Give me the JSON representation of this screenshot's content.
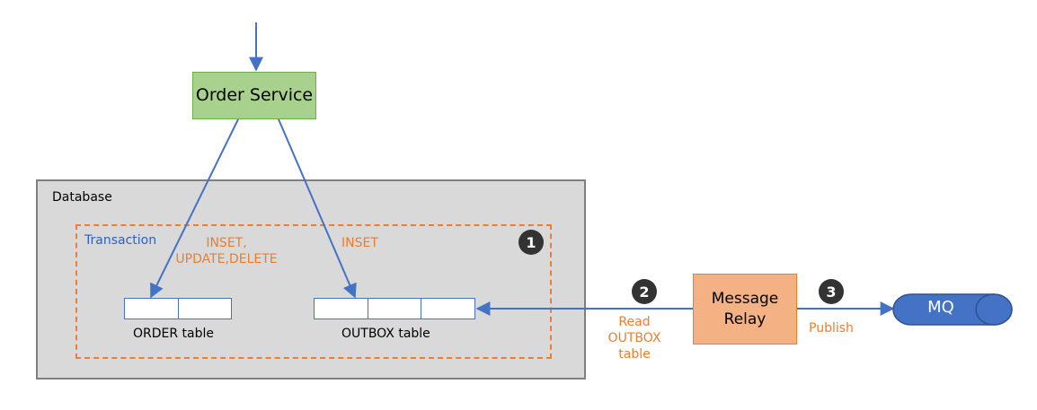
{
  "order_service": {
    "label": "Order Service"
  },
  "database": {
    "label": "Database",
    "transaction": {
      "label": "Transaction",
      "step": "1",
      "order_ops": "INSET, UPDATE,DELETE",
      "outbox_ops": "INSET"
    },
    "order_table": {
      "label": "ORDER table"
    },
    "outbox_table": {
      "label": "OUTBOX table"
    }
  },
  "message_relay": {
    "label": "Message Relay"
  },
  "read_step": {
    "step": "2",
    "label": "Read OUTBOX table"
  },
  "publish_step": {
    "step": "3",
    "label": "Publish"
  },
  "mq": {
    "label": "MQ"
  },
  "colors": {
    "arrow": "#4472c4",
    "order_service_fill": "#a9d18e",
    "relay_fill": "#f4b183",
    "mq_fill": "#4472c4",
    "accent_orange": "#ed7d31",
    "database_fill": "#d9d9d9"
  }
}
